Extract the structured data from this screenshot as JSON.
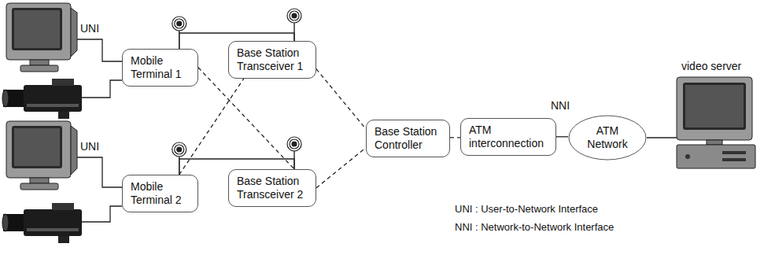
{
  "diagram": {
    "nodes": [
      {
        "text": [
          "Mobile Terminal 1"
        ]
      },
      {
        "text": [
          "Base Station Transceiver 1"
        ]
      },
      {
        "text": [
          "Mobile Terminal 2"
        ]
      },
      {
        "text": [
          "Base Station Transceiver 2"
        ]
      },
      {
        "text": [
          "Base Station Controller"
        ]
      },
      {
        "text": [
          "ATM interconnection"
        ]
      },
      {
        "text": [
          "ATM Network"
        ]
      }
    ],
    "edges": [
      {
        "from": 0,
        "to": 1,
        "arrow": "none"
      },
      {
        "from": 0,
        "to": 3,
        "arrow": "none"
      },
      {
        "from": 2,
        "to": 3,
        "arrow": "none"
      },
      {
        "from": 2,
        "to": 1,
        "arrow": "none"
      },
      {
        "from": 1,
        "to": 4,
        "arrow": "none"
      },
      {
        "from": 3,
        "to": 4,
        "arrow": "none"
      },
      {
        "from": 4,
        "to": 5,
        "arrow": "none"
      },
      {
        "from": 5,
        "to": 6,
        "arrow": "none"
      }
    ],
    "labels": [
      "UNI",
      "UNI",
      "NNI",
      "video server",
      "UNI : User-to-Network Interface",
      "NNI : Network-to-Network Interface"
    ]
  }
}
